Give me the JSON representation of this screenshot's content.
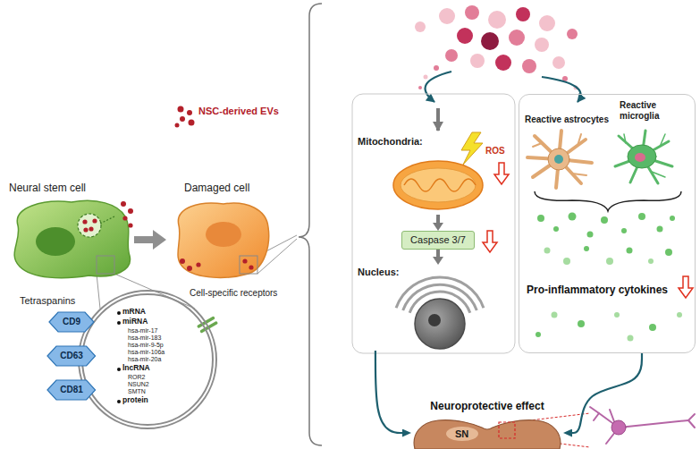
{
  "diagram": {
    "nodes": [
      {
        "text": [
          "Neural stem cell"
        ]
      },
      {
        "text": [
          "Damaged cell"
        ]
      },
      {
        "text": [
          "CD9"
        ]
      },
      {
        "text": [
          "CD63"
        ]
      },
      {
        "text": [
          "CD81"
        ]
      },
      {
        "text": [
          "mRNA",
          "miRNA",
          "hsa-mir-17",
          "hsa-mir-183",
          "hsa-mir-9-5p",
          "hsa-mir-106a",
          "hsa-mir-20a",
          "lncRNA",
          "ROR2",
          "NSUN2",
          "SMTN",
          "protein"
        ]
      },
      {
        "text": [
          "Mitochondria:",
          "ROS"
        ]
      },
      {
        "text": [
          "Caspase 3/7"
        ]
      },
      {
        "text": [
          "Nucleus:"
        ]
      },
      {
        "text": [
          "Reactive astrocytes",
          "Reactive microglia",
          "Pro-inflammatory cytokines"
        ]
      },
      {
        "text": [
          "Neuroprotective effect",
          "SN"
        ]
      }
    ],
    "edges": [
      {
        "from": 0,
        "to": 1,
        "arrow": "to"
      },
      {
        "from": 6,
        "to": 7,
        "arrow": "to"
      },
      {
        "from": 7,
        "to": 8,
        "arrow": "to"
      },
      {
        "from": 8,
        "to": 10,
        "arrow": "to"
      },
      {
        "from": 9,
        "to": 10,
        "arrow": "to"
      }
    ],
    "labels": [
      "NSC-derived EVs",
      "Tetraspanins",
      "Cell-specific receptors"
    ]
  }
}
